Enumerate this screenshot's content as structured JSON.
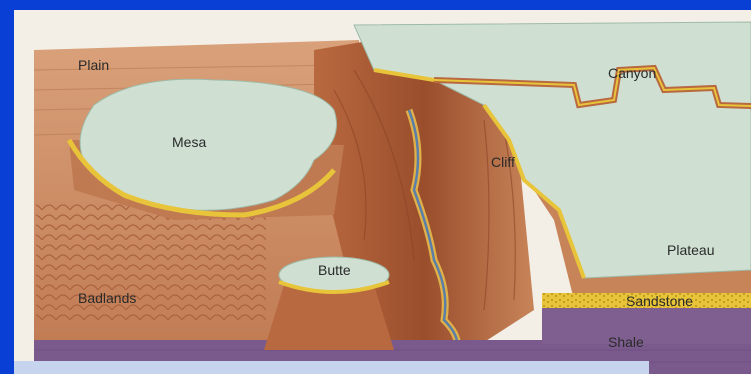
{
  "diagram": {
    "labels": {
      "plain": "Plain",
      "mesa": "Mesa",
      "canyon": "Canyon",
      "cliff": "Cliff",
      "plateau": "Plateau",
      "butte": "Butte",
      "badlands": "Badlands",
      "sandstone": "Sandstone",
      "shale": "Shale"
    },
    "colors": {
      "frame": "#0a3fd6",
      "background": "#f4efe6",
      "earth": "#c98a62",
      "earth_dark": "#a8603c",
      "mesa_top": "#c7dccf",
      "sandstone": "#e8c43a",
      "shale": "#7a5a8c",
      "river": "#5b7fa8"
    }
  }
}
